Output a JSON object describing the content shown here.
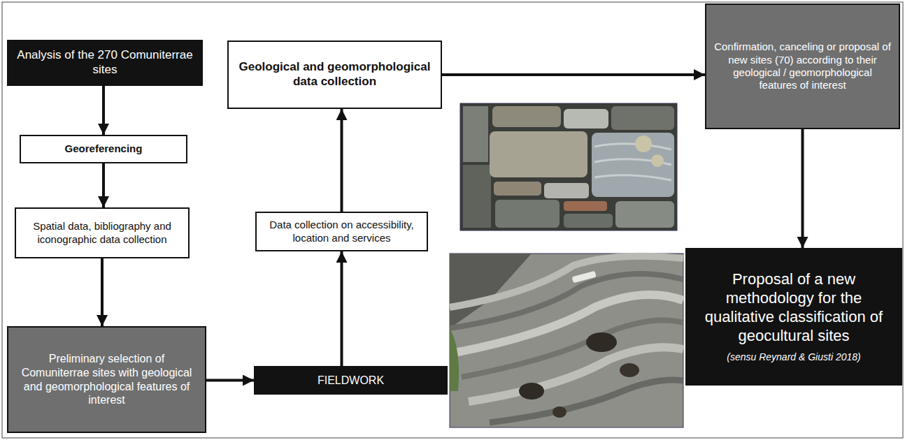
{
  "diagram": {
    "nodes": [
      {
        "text": [
          "Analysis of the 270 Comuniterrae sites"
        ]
      },
      {
        "text": [
          "Georeferencing"
        ]
      },
      {
        "text": [
          "Spatial data, bibliography and iconographic data collection"
        ]
      },
      {
        "text": [
          "Preliminary selection of Comuniterrae sites with geological and geomorphological features of interest"
        ]
      },
      {
        "text": [
          "FIELDWORK"
        ]
      },
      {
        "text": [
          "Data collection on accessibility, location and services"
        ]
      },
      {
        "text": [
          "Geological and geomorphological data collection"
        ]
      },
      {
        "text": [
          "Confirmation, canceling or proposal of new sites (70) according to their geological / geomorphological features of interest"
        ]
      },
      {
        "text": [
          "Proposal of a new methodology for the qualitative classification of geocultural sites",
          "(sensu Reynard & Giusti 2018)"
        ]
      }
    ],
    "edges": [
      {
        "from": 0,
        "to": 1,
        "arrow": "to"
      },
      {
        "from": 1,
        "to": 2,
        "arrow": "to"
      },
      {
        "from": 2,
        "to": 3,
        "arrow": "to"
      },
      {
        "from": 3,
        "to": 4,
        "arrow": "to"
      },
      {
        "from": 4,
        "to": 5,
        "arrow": "to"
      },
      {
        "from": 5,
        "to": 6,
        "arrow": "to"
      },
      {
        "from": 6,
        "to": 7,
        "arrow": "to"
      },
      {
        "from": 7,
        "to": 8,
        "arrow": "to"
      }
    ]
  }
}
